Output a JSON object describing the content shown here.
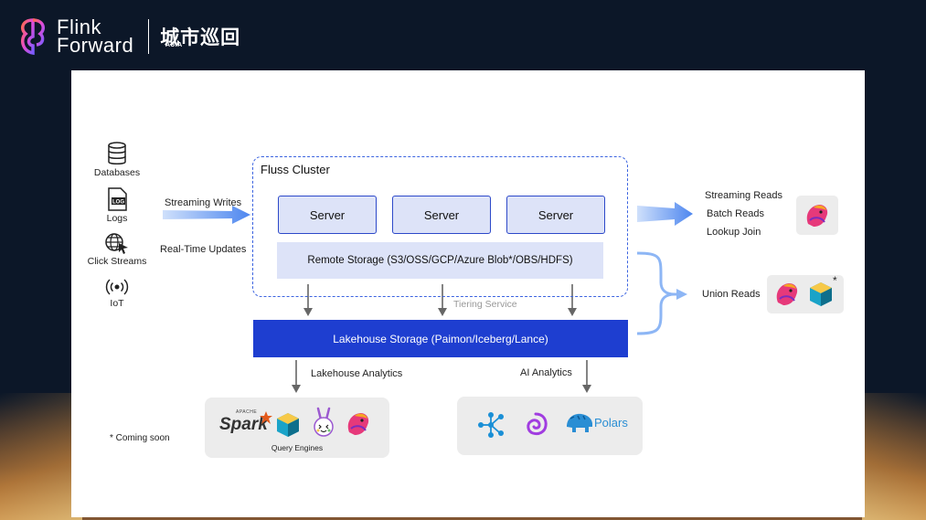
{
  "header": {
    "brand_line1": "Flink",
    "brand_line2": "Forward",
    "brand_region": "ASIA",
    "event_subtitle": "城市巡回"
  },
  "sources": [
    {
      "label": "Databases",
      "icon": "database-icon"
    },
    {
      "label": "Logs",
      "icon": "log-file-icon",
      "icon_text": "LOG"
    },
    {
      "label": "Click Streams",
      "icon": "globe-cursor-icon"
    },
    {
      "label": "IoT",
      "icon": "broadcast-icon"
    }
  ],
  "ingest": {
    "streaming_writes": "Streaming Writes",
    "realtime_updates": "Real-Time Updates"
  },
  "cluster": {
    "title": "Fluss Cluster",
    "servers": [
      "Server",
      "Server",
      "Server"
    ],
    "remote_storage": "Remote Storage (S3/OSS/GCP/Azure Blob*/OBS/HDFS)",
    "tiering_service": "Tiering Service"
  },
  "lakehouse": {
    "label": "Lakehouse Storage  (Paimon/Iceberg/Lance)",
    "analytics_left": "Lakehouse Analytics",
    "analytics_right": "AI Analytics"
  },
  "reads": {
    "streaming": "Streaming Reads",
    "batch": "Batch Reads",
    "lookup": "Lookup Join",
    "union": "Union Reads",
    "union_star": "*"
  },
  "query_engines": {
    "caption": "Query Engines",
    "spark_small": "APACHE",
    "spark": "Spark",
    "items": [
      "spark-logo",
      "starrocks-logo",
      "trino-bunny-logo",
      "flink-squirrel-logo"
    ]
  },
  "ai_tools": {
    "polars": "Polars",
    "items": [
      "lance-nodes-logo",
      "ray-spiral-logo",
      "polars-bear-logo"
    ]
  },
  "footnote": "* Coming soon",
  "colors": {
    "background": "#0c1728",
    "slide": "#ffffff",
    "accent_blue": "#1e3ed0",
    "server_fill": "#dde3f8",
    "server_border": "#2d49c9",
    "arrow_light": "#7aa8f5",
    "panel_gray": "#ececec"
  }
}
